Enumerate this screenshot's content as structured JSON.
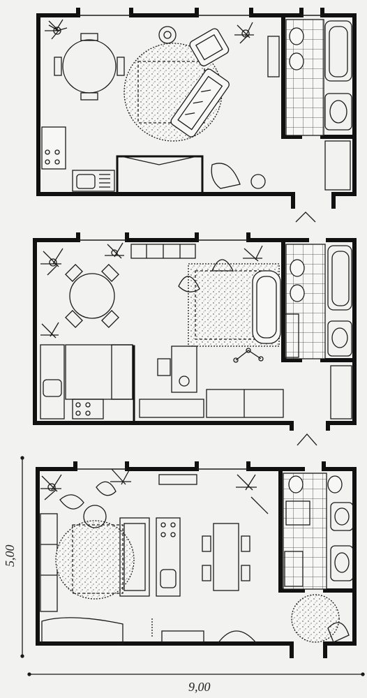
{
  "dimensions": {
    "height_label": "5,00",
    "width_label": "9,00"
  },
  "colors": {
    "ink": "#1a1a1a",
    "paper": "#f2f2f0",
    "wall": "#111111"
  },
  "plans": [
    {
      "id": "plan-1",
      "layout": "round-rug-lounge"
    },
    {
      "id": "plan-2",
      "layout": "rect-rug-lounge"
    },
    {
      "id": "plan-3",
      "layout": "dining-island"
    }
  ]
}
